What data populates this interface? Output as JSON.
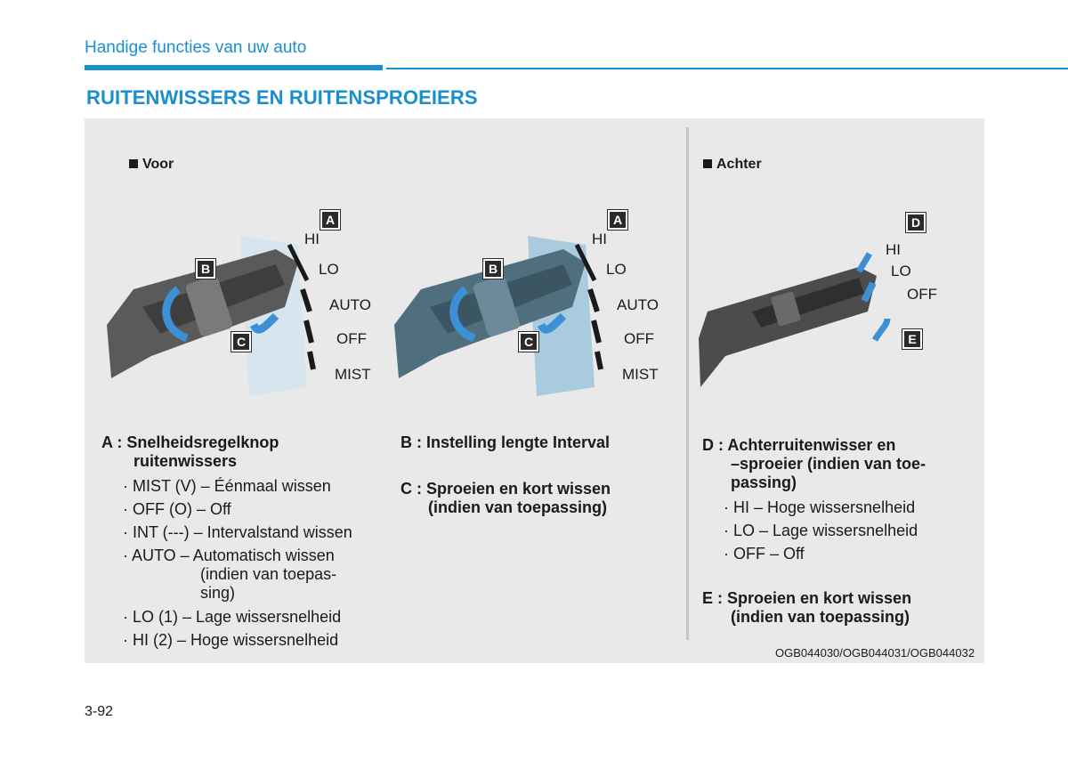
{
  "header": {
    "section_title": "Handige functies van uw auto",
    "page_heading": "RUITENWISSERS EN RUITENSPROEIERS"
  },
  "figure": {
    "caption_front": "Voor",
    "caption_rear": "Achter",
    "image_code": "OGB044030/OGB044031/OGB044032",
    "labels": {
      "front": [
        "HI",
        "LO",
        "AUTO",
        "OFF",
        "MIST"
      ],
      "rear": [
        "HI",
        "LO",
        "OFF"
      ]
    },
    "badges": {
      "A": "A",
      "B": "B",
      "C": "C",
      "D": "D",
      "E": "E"
    }
  },
  "legend": {
    "A": {
      "title_line1": "A : Snelheidsregelknop",
      "title_line2": "ruitenwissers",
      "items": [
        "· MIST (V) – Éénmaal wissen",
        "· OFF (O) – Off",
        "· INT (---) – Intervalstand wissen",
        "· AUTO – Automatisch wissen"
      ],
      "auto_cont1": "(indien van toepas-",
      "auto_cont2": "sing)",
      "items2": [
        "· LO (1) – Lage wissersnelheid",
        "· HI (2) – Hoge wissersnelheid"
      ]
    },
    "B": {
      "title": "B : Instelling lengte Interval"
    },
    "C": {
      "line1": "C : Sproeien en kort wissen",
      "line2": "(indien van toepassing)"
    },
    "D": {
      "line1": "D : Achterruitenwisser en",
      "line2": "–sproeier (indien van toe-",
      "line3": "passing)",
      "items": [
        "· HI – Hoge wissersnelheid",
        "· LO – Lage wissersnelheid",
        "· OFF – Off"
      ]
    },
    "E": {
      "line1": "E : Sproeien en kort wissen",
      "line2": "(indien van toepassing)"
    }
  },
  "footer": {
    "page_number": "3-92"
  },
  "colors": {
    "accent": "#1a8fd0",
    "panel": "#e9e9e9",
    "arrow_blue": "#2f86cf"
  }
}
